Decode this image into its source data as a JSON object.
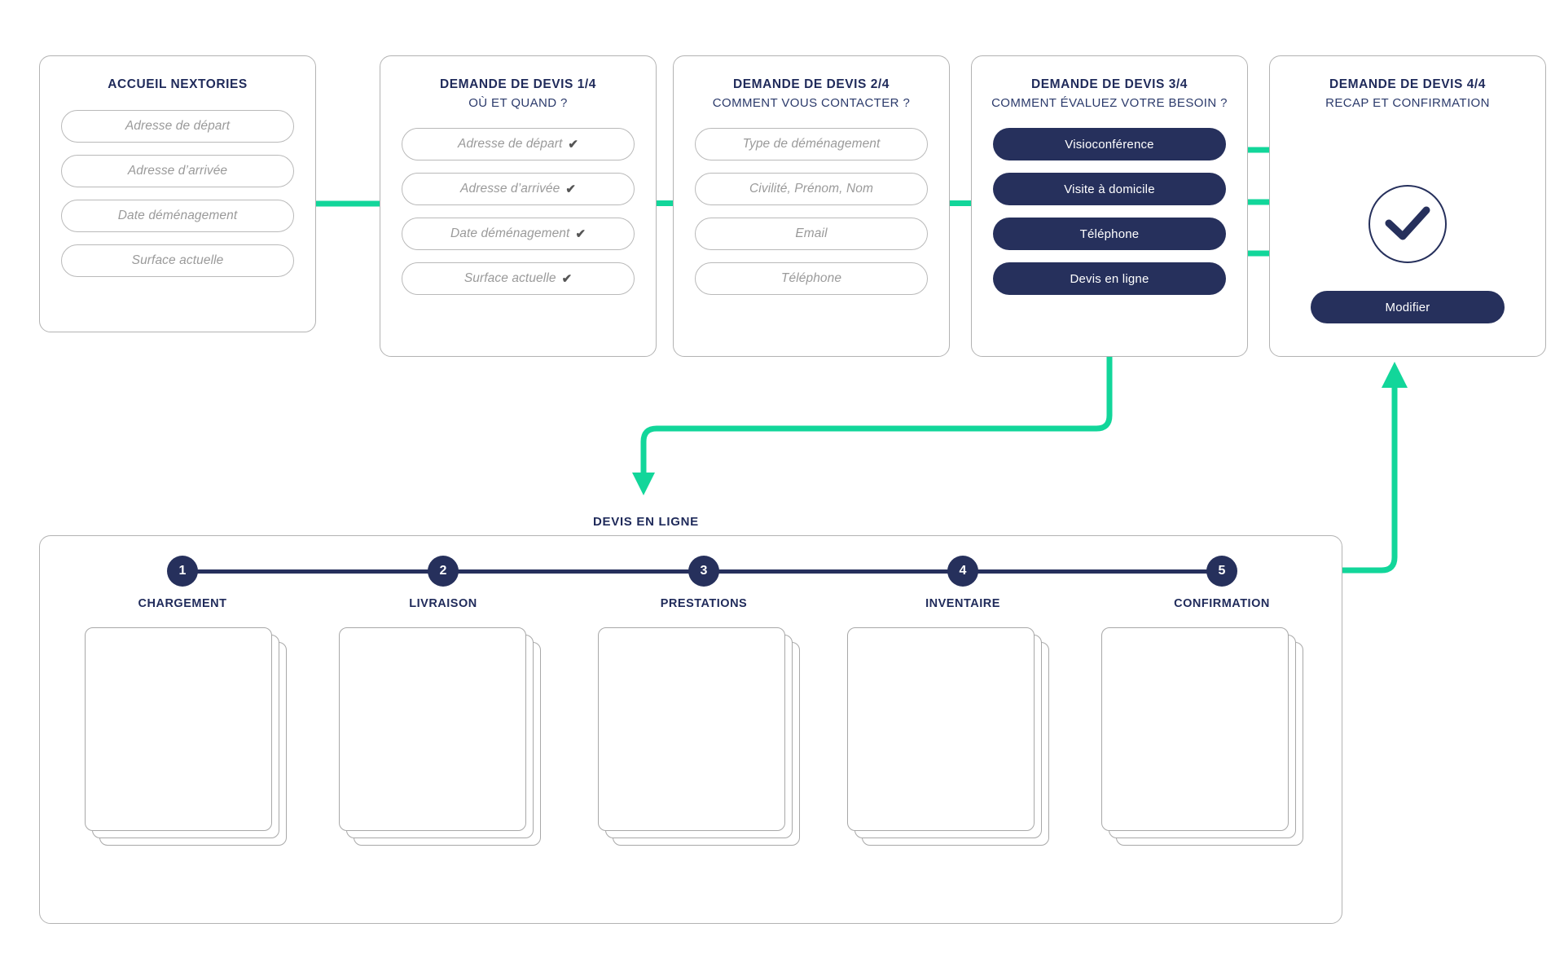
{
  "theme": {
    "navy": "#26305c",
    "navy_text": "#1f2a5a",
    "green": "#12d69a",
    "border_grey": "#b3b3b3",
    "placeholder_grey": "#9a9a9a"
  },
  "flow": {
    "cards": [
      {
        "id": "accueil",
        "title": "ACCUEIL NEXTORIES",
        "subtitle": "",
        "fields": [
          {
            "label": "Adresse de départ",
            "checked": false
          },
          {
            "label": "Adresse d’arrivée",
            "checked": false
          },
          {
            "label": "Date déménagement",
            "checked": false
          },
          {
            "label": "Surface actuelle",
            "checked": false
          }
        ]
      },
      {
        "id": "devis-1-4",
        "title": "DEMANDE DE DEVIS 1/4",
        "subtitle": "OÙ ET QUAND ?",
        "fields": [
          {
            "label": "Adresse de départ",
            "checked": true,
            "check": "✔"
          },
          {
            "label": "Adresse d’arrivée",
            "checked": true,
            "check": "✔"
          },
          {
            "label": "Date déménagement",
            "checked": true,
            "check": "✔"
          },
          {
            "label": "Surface actuelle",
            "checked": true,
            "check": "✔"
          }
        ]
      },
      {
        "id": "devis-2-4",
        "title": "DEMANDE DE DEVIS 2/4",
        "subtitle": "COMMENT VOUS CONTACTER ?",
        "fields": [
          {
            "label": "Type de déménagement",
            "checked": false
          },
          {
            "label": "Civilité, Prénom, Nom",
            "checked": false
          },
          {
            "label": "Email",
            "checked": false
          },
          {
            "label": "Téléphone",
            "checked": false
          }
        ]
      },
      {
        "id": "devis-3-4",
        "title": "DEMANDE DE DEVIS 3/4",
        "subtitle": "COMMENT ÉVALUEZ VOTRE BESOIN ?",
        "buttons": [
          {
            "label": "Visioconférence"
          },
          {
            "label": "Visite à domicile"
          },
          {
            "label": "Téléphone"
          },
          {
            "label": "Devis en ligne"
          }
        ]
      },
      {
        "id": "devis-4-4",
        "title": "DEMANDE DE DEVIS 4/4",
        "subtitle": "RECAP ET CONFIRMATION",
        "confirm_icon": "check-mark-icon",
        "action_button": "Modifier"
      }
    ]
  },
  "devis_en_ligne": {
    "label": "DEVIS EN LIGNE",
    "steps": [
      {
        "number": "1",
        "label": "CHARGEMENT"
      },
      {
        "number": "2",
        "label": "LIVRAISON"
      },
      {
        "number": "3",
        "label": "PRESTATIONS"
      },
      {
        "number": "4",
        "label": "INVENTAIRE"
      },
      {
        "number": "5",
        "label": "CONFIRMATION"
      }
    ]
  },
  "connectors": [
    {
      "name": "accueil-to-devis1",
      "type": "arrow-right"
    },
    {
      "name": "devis1-to-devis2",
      "type": "line"
    },
    {
      "name": "devis2-to-devis3",
      "type": "line"
    },
    {
      "name": "visio-to-recap",
      "type": "arrow-right"
    },
    {
      "name": "visite-to-recap",
      "type": "arrow-right"
    },
    {
      "name": "telephone-to-recap",
      "type": "arrow-right"
    },
    {
      "name": "devis-en-ligne-to-stepper",
      "type": "elbow-arrow-down"
    },
    {
      "name": "confirmation-to-recap",
      "type": "elbow-arrow-up"
    }
  ]
}
